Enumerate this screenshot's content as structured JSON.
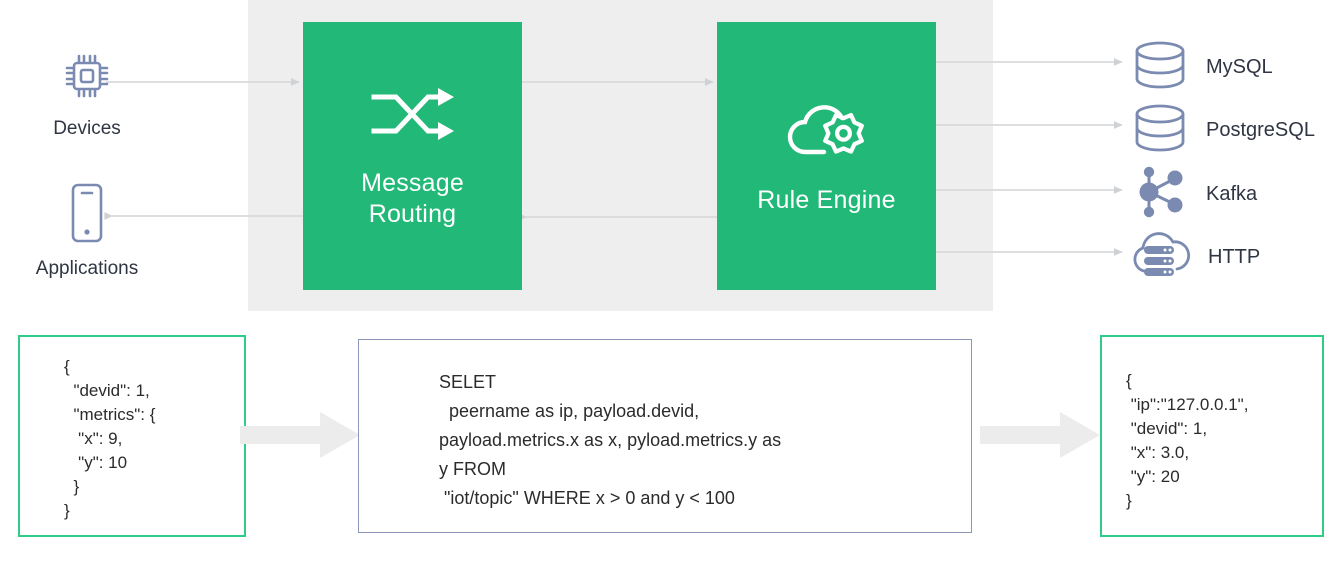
{
  "diagram": {
    "title": "EMQX message routing and rule engine data flow",
    "colors": {
      "accent_green": "#22b877",
      "panel_gray": "#eeeeee",
      "icon_slate": "#7b8ab0",
      "line_gray": "#d2d4d6",
      "fat_arrow_gray": "#ececec",
      "sql_border": "#8a97b8",
      "json_border": "#2ecc87",
      "text_dark": "#2f3542"
    }
  },
  "left_endpoints": [
    {
      "id": "devices",
      "label": "Devices",
      "icon": "cpu-chip-icon"
    },
    {
      "id": "applications",
      "label": "Applications",
      "icon": "mobile-phone-icon"
    }
  ],
  "process_boxes": [
    {
      "id": "message-routing",
      "label": "Message\nRouting",
      "icon": "shuffle-icon"
    },
    {
      "id": "rule-engine",
      "label": "Rule Engine",
      "icon": "cloud-gear-icon"
    }
  ],
  "right_endpoints": [
    {
      "id": "mysql",
      "label": "MySQL",
      "icon": "database-cylinder-icon"
    },
    {
      "id": "postgresql",
      "label": "PostgreSQL",
      "icon": "database-cylinder-icon"
    },
    {
      "id": "kafka",
      "label": "Kafka",
      "icon": "node-graph-icon"
    },
    {
      "id": "http",
      "label": "HTTP",
      "icon": "cloud-server-icon"
    }
  ],
  "payload_boxes": {
    "input": {
      "id": "input-json",
      "text": "{\n  \"devid\": 1,\n  \"metrics\": {\n   \"x\": 9,\n   \"y\": 10\n  }\n}"
    },
    "sql": {
      "id": "rule-sql",
      "text": "SELET\n  peername as ip, payload.devid,\npayload.metrics.x as x, pyload.metrics.y as\ny FROM\n \"iot/topic\" WHERE x > 0 and y < 100"
    },
    "output": {
      "id": "output-json",
      "text": "{\n \"ip\":\"127.0.0.1\",\n \"devid\": 1,\n \"x\": 3.0,\n \"y\": 20\n}"
    }
  },
  "flow_arrows": [
    {
      "id": "devices-to-routing",
      "direction": "right"
    },
    {
      "id": "routing-to-applications",
      "direction": "left"
    },
    {
      "id": "routing-to-ruleengine",
      "direction": "right"
    },
    {
      "id": "ruleengine-to-routing",
      "direction": "left"
    },
    {
      "id": "ruleengine-to-mysql",
      "direction": "right"
    },
    {
      "id": "ruleengine-to-postgresql",
      "direction": "right"
    },
    {
      "id": "ruleengine-to-kafka",
      "direction": "right"
    },
    {
      "id": "ruleengine-to-http",
      "direction": "right"
    },
    {
      "id": "input-to-sql",
      "direction": "right"
    },
    {
      "id": "sql-to-output",
      "direction": "right"
    }
  ]
}
